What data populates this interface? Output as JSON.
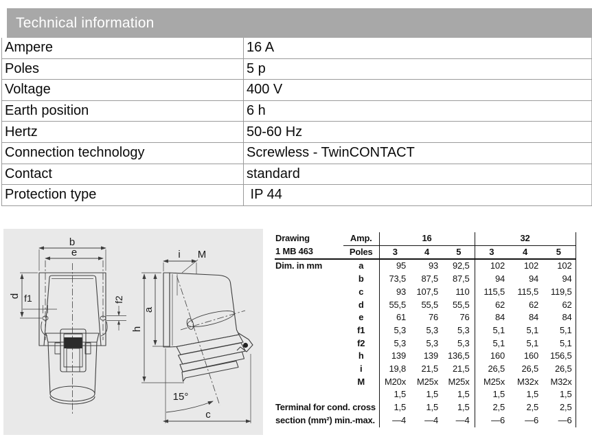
{
  "colors": {
    "header_bar_bg": "#a8a8a8",
    "drawing_bg": "#e9e9e9",
    "table_border": "#9a9a9a",
    "rule": "#141414"
  },
  "tech_info": {
    "title": "Technical information",
    "rows": [
      {
        "label": "Ampere",
        "value": "16 A"
      },
      {
        "label": "Poles",
        "value": "5 p"
      },
      {
        "label": "Voltage",
        "value": "400 V"
      },
      {
        "label": "Earth position",
        "value": "6 h"
      },
      {
        "label": "Hertz",
        "value": "50-60 Hz"
      },
      {
        "label": "Connection technology",
        "value": "Screwless - TwinCONTACT"
      },
      {
        "label": "Contact",
        "value": "standard"
      },
      {
        "label": "Protection type",
        "value": " IP 44"
      }
    ]
  },
  "drawing": {
    "labels": {
      "b": "b",
      "e": "e",
      "d": "d",
      "f1": "f1",
      "f2": "f2",
      "i": "i",
      "m": "M",
      "a": "a",
      "h": "h",
      "c": "c",
      "angle": "15°"
    }
  },
  "dim_table": {
    "drawing_label": "Drawing",
    "drawing_code": "1 MB 463",
    "amp_label": "Amp.",
    "poles_label": "Poles",
    "amp_values": [
      "16",
      "32"
    ],
    "poles_16": [
      "3",
      "4",
      "5"
    ],
    "poles_32": [
      "3",
      "4",
      "5"
    ],
    "rows": [
      {
        "label": "Dim. in mm",
        "dim": "a",
        "v": [
          "95",
          "93",
          "92,5",
          "102",
          "102",
          "102"
        ]
      },
      {
        "label": "",
        "dim": "b",
        "v": [
          "73,5",
          "87,5",
          "87,5",
          "94",
          "94",
          "94"
        ]
      },
      {
        "label": "",
        "dim": "c",
        "v": [
          "93",
          "107,5",
          "110",
          "115,5",
          "115,5",
          "119,5"
        ]
      },
      {
        "label": "",
        "dim": "d",
        "v": [
          "55,5",
          "55,5",
          "55,5",
          "62",
          "62",
          "62"
        ]
      },
      {
        "label": "",
        "dim": "e",
        "v": [
          "61",
          "76",
          "76",
          "84",
          "84",
          "84"
        ]
      },
      {
        "label": "",
        "dim": "f1",
        "v": [
          "5,3",
          "5,3",
          "5,3",
          "5,1",
          "5,1",
          "5,1"
        ]
      },
      {
        "label": "",
        "dim": "f2",
        "v": [
          "5,3",
          "5,3",
          "5,3",
          "5,1",
          "5,1",
          "5,1"
        ]
      },
      {
        "label": "",
        "dim": "h",
        "v": [
          "139",
          "139",
          "136,5",
          "160",
          "160",
          "156,5"
        ]
      },
      {
        "label": "",
        "dim": "i",
        "v": [
          "19,8",
          "21,5",
          "21,5",
          "26,5",
          "26,5",
          "26,5"
        ]
      },
      {
        "label": "",
        "dim": "M",
        "v": [
          "M20x",
          "M25x",
          "M25x",
          "M25x",
          "M32x",
          "M32x"
        ]
      },
      {
        "label": "",
        "dim": "",
        "v": [
          "1,5",
          "1,5",
          "1,5",
          "1,5",
          "1,5",
          "1,5"
        ]
      },
      {
        "label": "Terminal for cond. cross",
        "dim": "",
        "v": [
          "1,5",
          "1,5",
          "1,5",
          "2,5",
          "2,5",
          "2,5"
        ]
      },
      {
        "label": "section (mm²) min.-max.",
        "dim": "",
        "v": [
          "—4",
          "—4",
          "—4",
          "—6",
          "—6",
          "—6"
        ]
      }
    ]
  }
}
